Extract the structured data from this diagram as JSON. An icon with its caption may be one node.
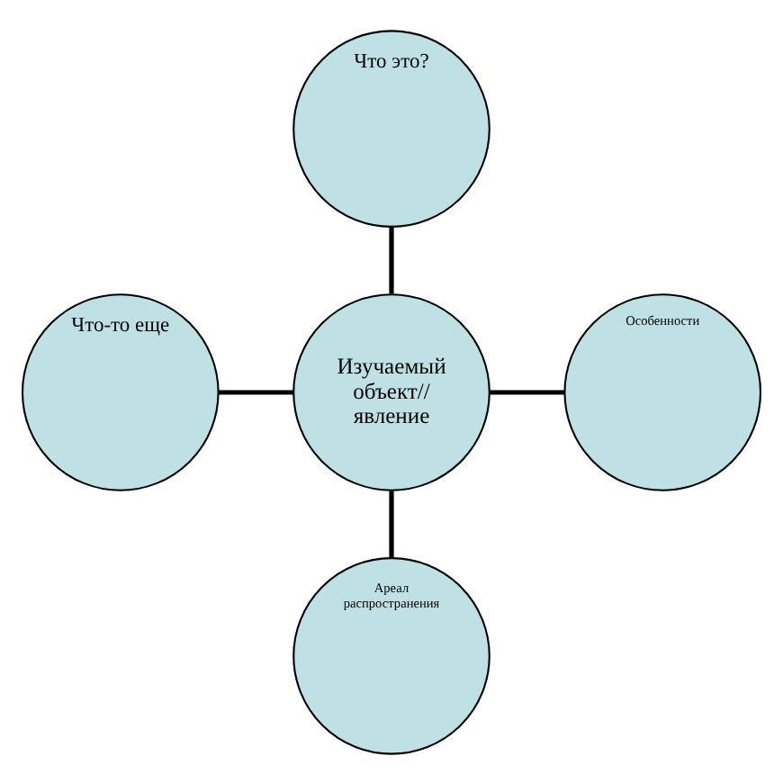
{
  "diagram": {
    "nodes": [
      {
        "text": [
          "Что это?"
        ]
      },
      {
        "text": [
          "Что-то еще"
        ]
      },
      {
        "text": [
          "Изучаемый объект// явление"
        ]
      },
      {
        "text": [
          "Особенности"
        ]
      },
      {
        "text": [
          "Ареал распространения"
        ]
      }
    ],
    "edges": [
      {
        "from": 0,
        "to": 2,
        "arrow": "none"
      },
      {
        "from": 1,
        "to": 2,
        "arrow": "none"
      },
      {
        "from": 2,
        "to": 3,
        "arrow": "none"
      },
      {
        "from": 2,
        "to": 4,
        "arrow": "none"
      }
    ]
  }
}
